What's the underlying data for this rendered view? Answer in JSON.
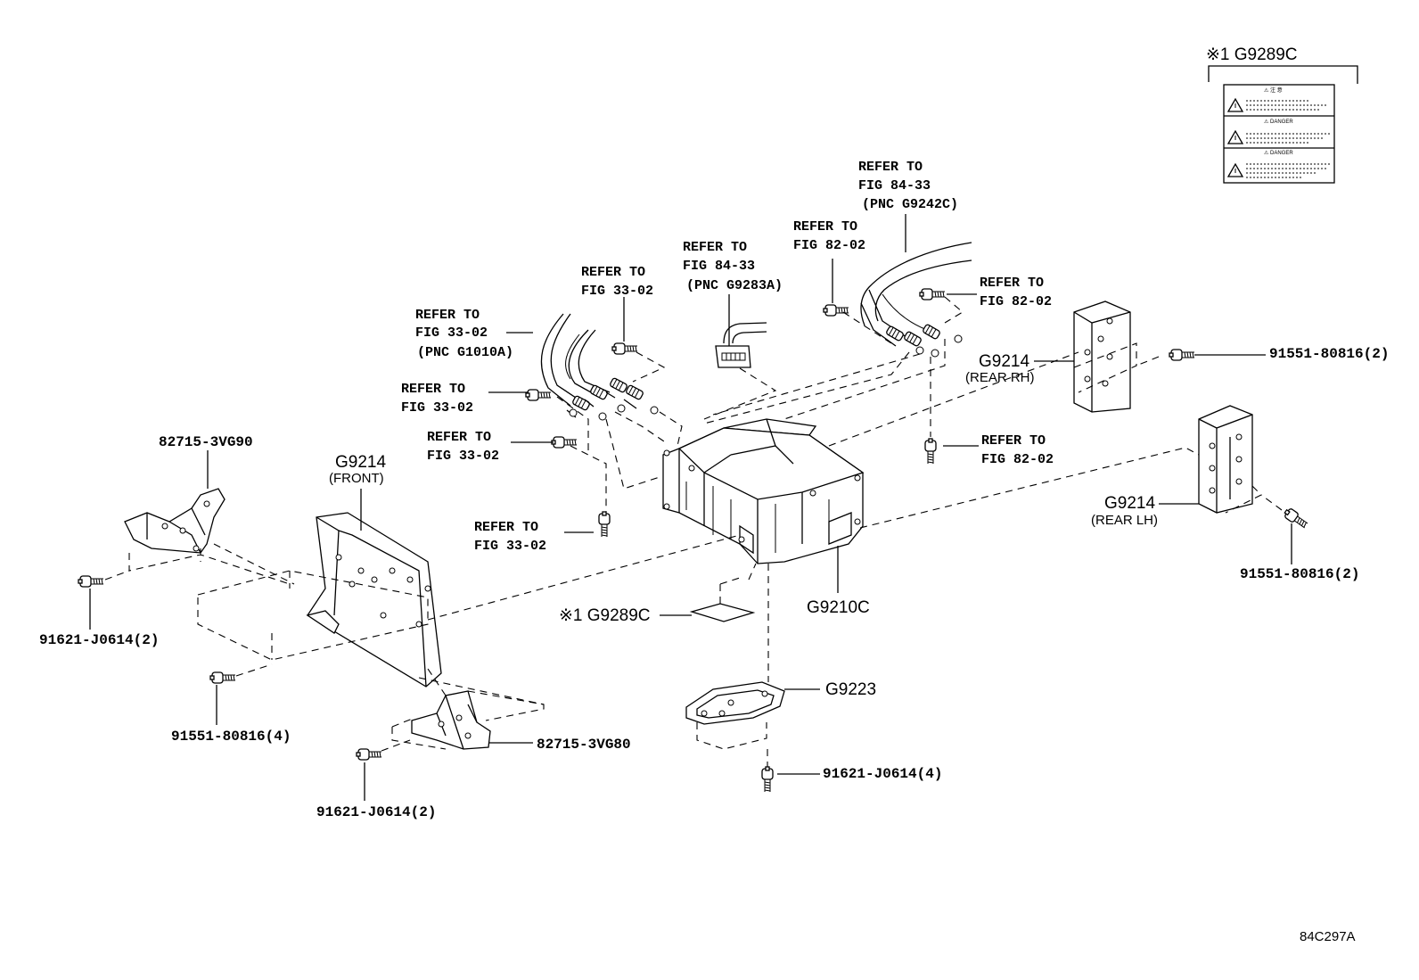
{
  "callouts": {
    "g9289c_inset": "※1 G9289C",
    "g9289c_center": "※1 G9289C",
    "g9210c": "G9210C",
    "g9223": "G9223",
    "g9214_front": "G9214",
    "g9214_front_sub": "(FRONT)",
    "g9214_rear_rh": "G9214",
    "g9214_rear_rh_sub": "(REAR RH)",
    "g9214_rear_lh": "G9214",
    "g9214_rear_lh_sub": "(REAR LH)"
  },
  "part_numbers": {
    "p82715_3vg90": "82715-3VG90",
    "p82715_3vg80": "82715-3VG80",
    "p91621_j0614_2_left": "91621-J0614(2)",
    "p91621_j0614_2_bottom": "91621-J0614(2)",
    "p91621_j0614_4": "91621-J0614(4)",
    "p91551_80816_4": "91551-80816(4)",
    "p91551_80816_2_upper": "91551-80816(2)",
    "p91551_80816_2_lower": "91551-80816(2)"
  },
  "references": [
    {
      "line1": "REFER TO",
      "line2": "FIG 33-02",
      "line3": "(PNC G1010A)"
    },
    {
      "line1": "REFER TO",
      "line2": "FIG 33-02"
    },
    {
      "line1": "REFER TO",
      "line2": "FIG 33-02"
    },
    {
      "line1": "REFER TO",
      "line2": "FIG 33-02"
    },
    {
      "line1": "REFER TO",
      "line2": "FIG 33-02"
    },
    {
      "line1": "REFER TO",
      "line2": "FIG 84-33",
      "line3": "(PNC G9283A)"
    },
    {
      "line1": "REFER TO",
      "line2": "FIG 82-02"
    },
    {
      "line1": "REFER TO",
      "line2": "FIG 84-33",
      "line3": "(PNC G9242C)"
    },
    {
      "line1": "REFER TO",
      "line2": "FIG 82-02"
    },
    {
      "line1": "REFER TO",
      "line2": "FIG 82-02"
    }
  ],
  "label_sheet": {
    "sections": [
      "⚠ 注 意",
      "⚠ DANGER",
      "⚠ DANGER"
    ]
  },
  "figure_id": "84C297A",
  "icons": {
    "bolt": "bolt-icon",
    "warning": "warning-triangle-icon"
  }
}
